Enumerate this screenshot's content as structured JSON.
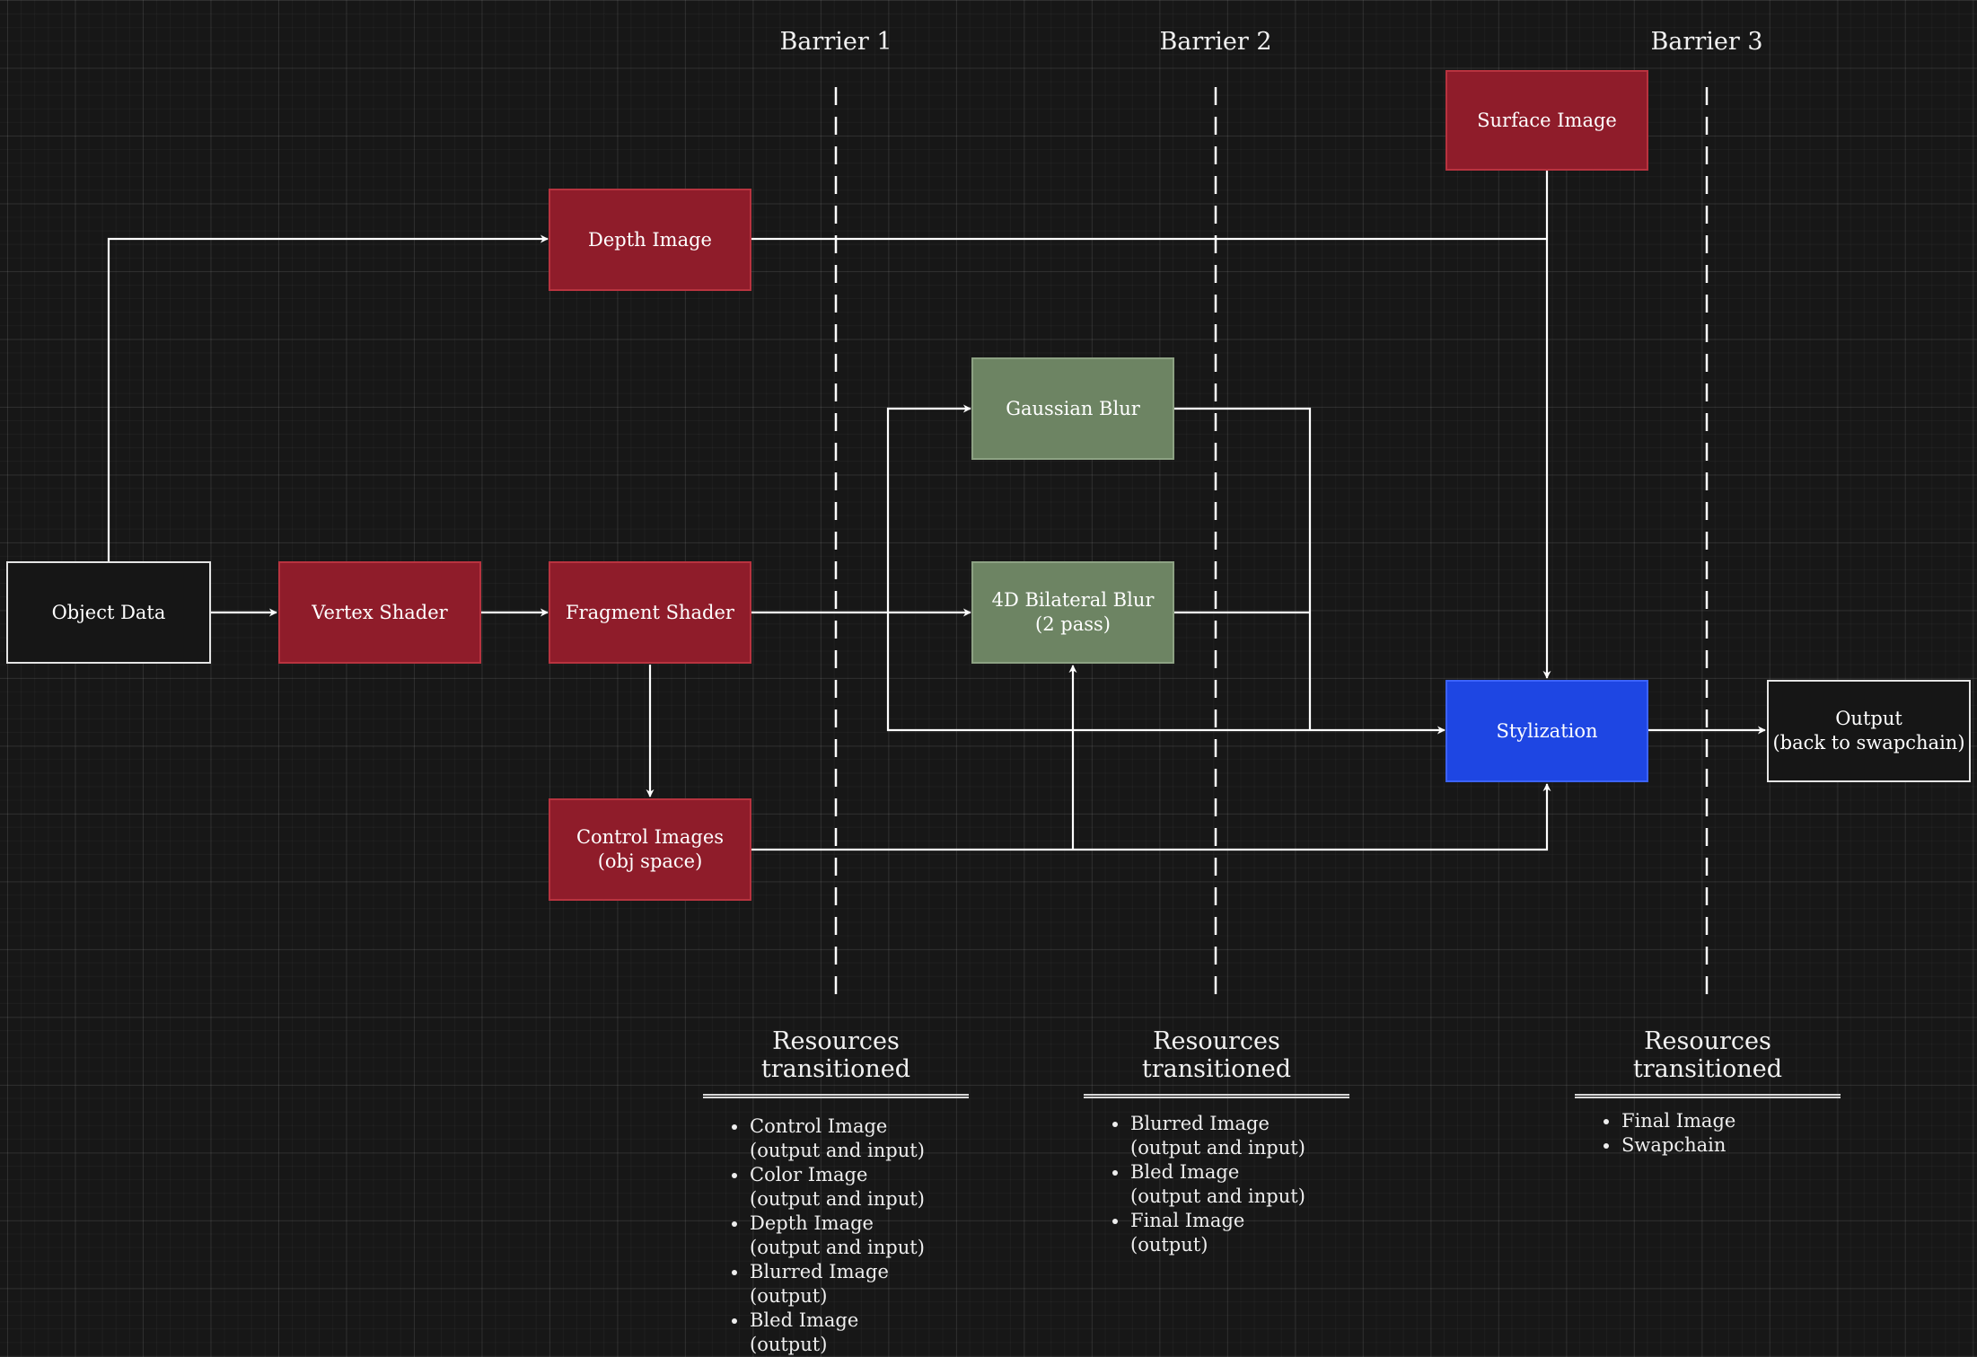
{
  "barriers": [
    {
      "label": "Barrier 1"
    },
    {
      "label": "Barrier 2"
    },
    {
      "label": "Barrier 3"
    }
  ],
  "nodes": {
    "object_data": "Object Data",
    "vertex_shader": "Vertex Shader",
    "fragment_shader": "Fragment Shader",
    "depth_image": "Depth Image",
    "control_images": "Control Images\n(obj space)",
    "gaussian_blur": "Gaussian Blur",
    "bilateral_blur": "4D Bilateral Blur\n(2 pass)",
    "surface_image": "Surface Image",
    "stylization": "Stylization",
    "output": "Output\n(back to swapchain)"
  },
  "resources": [
    {
      "title": "Resources transitioned",
      "items": [
        {
          "name": "Control Image",
          "detail": "(output and input)"
        },
        {
          "name": "Color Image",
          "detail": "(output and input)"
        },
        {
          "name": "Depth Image",
          "detail": "(output and input)"
        },
        {
          "name": "Blurred Image",
          "detail": "(output)"
        },
        {
          "name": "Bled Image",
          "detail": "(output)"
        }
      ]
    },
    {
      "title": "Resources transitioned",
      "items": [
        {
          "name": "Blurred Image",
          "detail": "(output and input)"
        },
        {
          "name": "Bled Image",
          "detail": "(output and input)"
        },
        {
          "name": "Final Image",
          "detail": "(output)"
        }
      ]
    },
    {
      "title": "Resources transitioned",
      "items": [
        {
          "name": "Final Image",
          "detail": ""
        },
        {
          "name": "Swapchain",
          "detail": ""
        }
      ]
    }
  ],
  "colors": {
    "stage_red": "#8f1c2a",
    "blur_green": "#6d8463",
    "stylization_blue": "#1e46e3",
    "edge_white": "#ffffff",
    "background": "#171717"
  }
}
